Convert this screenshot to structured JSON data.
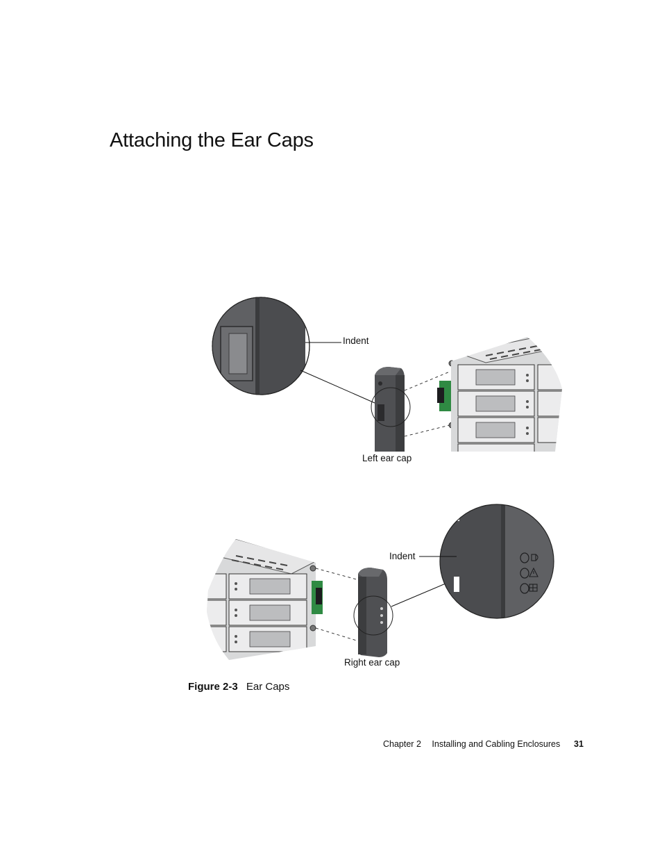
{
  "page": {
    "heading": "Attaching the Ear Caps",
    "figure": {
      "callouts": {
        "left_indent": "Indent",
        "left_cap": "Left ear cap",
        "right_indent": "Indent",
        "right_cap": "Right ear cap"
      },
      "caption_number": "Figure 2-3",
      "caption_text": "Ear Caps"
    },
    "footer": {
      "chapter": "Chapter 2",
      "title": "Installing and Cabling Enclosures",
      "page_number": "31"
    }
  }
}
